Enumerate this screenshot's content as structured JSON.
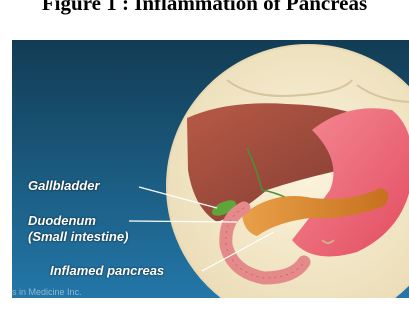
{
  "figure": {
    "title": "Figure 1 : Inflammation of Pancreas"
  },
  "labels": {
    "gallbladder": "Gallbladder",
    "duodenum_line1": "Duodenum",
    "duodenum_line2": "(Small intestine)",
    "inflamed_pancreas": "Inflamed pancreas"
  },
  "credit": "s in Medicine Inc.",
  "colors": {
    "background_top": "#123c54",
    "background_bottom": "#1f6f9c",
    "circle_skin": "#f3e7c9",
    "liver": "#9c4a3d",
    "stomach": "#f06a78",
    "pancreas": "#d98a2e",
    "gallbladder": "#5ea63a",
    "duodenum": "#e58a8a"
  }
}
